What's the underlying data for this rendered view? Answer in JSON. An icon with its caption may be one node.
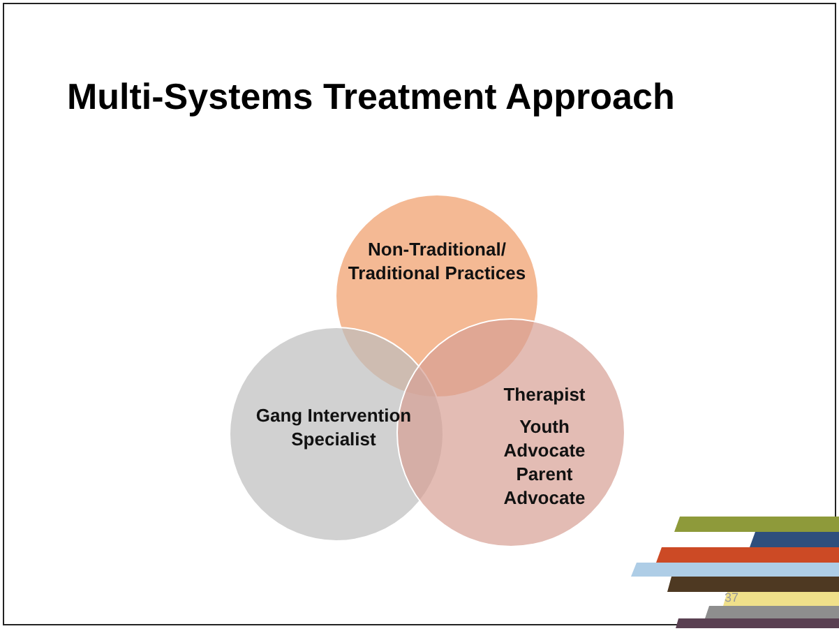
{
  "diagram": {
    "title": "Multi-Systems Treatment Approach",
    "nodes": [
      {
        "text": [
          "Non-Traditional/ Traditional Practices"
        ]
      },
      {
        "text": [
          "Gang Intervention Specialist"
        ]
      },
      {
        "text": [
          "Therapist",
          "Youth Advocate Parent Advocate"
        ]
      }
    ],
    "labels": [
      "37"
    ]
  }
}
